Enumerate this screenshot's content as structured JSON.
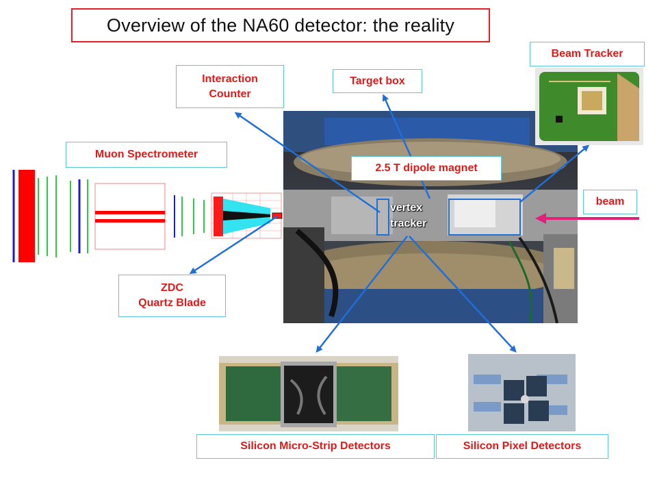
{
  "title": "Overview of the NA60 detector: the reality",
  "labels": {
    "interaction_counter_1": "Interaction",
    "interaction_counter_2": "Counter",
    "target_box": "Target box",
    "beam_tracker": "Beam Tracker",
    "muon_spectrometer": "Muon Spectrometer",
    "dipole_magnet": "2.5 T dipole magnet",
    "beam": "beam",
    "vertex_1": "vertex",
    "vertex_2": "tracker",
    "zdc_1": "ZDC",
    "zdc_2": "Quartz Blade",
    "microstrip": "Silicon Micro-Strip Detectors",
    "pixel": "Silicon Pixel Detectors"
  },
  "colors": {
    "title_border": "#e01f26",
    "label_text": "#dd1b1b",
    "label_border": "#59c8df",
    "arrow": "#1f6fd6",
    "beam_arrow": "#e0207a"
  },
  "icons": [
    "arrow-icon",
    "beam-arrow-icon"
  ]
}
